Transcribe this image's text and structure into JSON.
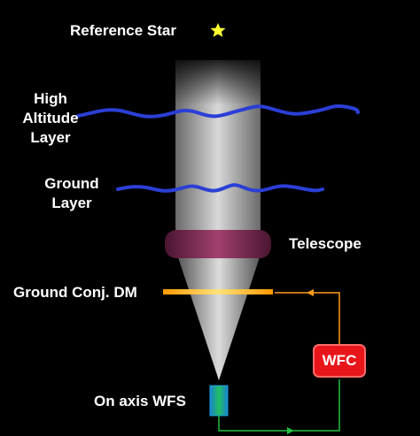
{
  "labels": {
    "reference_star": "Reference Star",
    "high_altitude_layer": [
      "High",
      "Altitude",
      "Layer"
    ],
    "ground_layer": [
      "Ground",
      "Layer"
    ],
    "telescope": "Telescope",
    "ground_conj_dm": "Ground Conj. DM",
    "wfc": "WFC",
    "on_axis_wfs": "On axis WFS"
  },
  "colors": {
    "background": "#000000",
    "star": "#ffff33",
    "turbulence_layer": "#2b3fd6",
    "telescope": "#8a2a5a",
    "dm": "#ffb000",
    "wfc_box": "#e8161a",
    "wfs": "#1aa0e0",
    "wfs_inner": "#20c060",
    "signal_orange": "#ff9a1a",
    "signal_green": "#22c040",
    "text": "#ffffff"
  },
  "icons": {
    "star": "star-icon",
    "arrow_to_dm": "arrow-left-icon",
    "arrow_to_wfc": "arrow-right-icon"
  }
}
